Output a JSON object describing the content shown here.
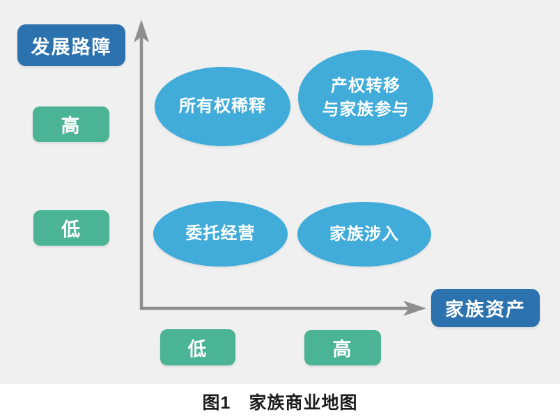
{
  "figure": {
    "caption": "图1　家族商业地图"
  },
  "diagram": {
    "type": "2x2-matrix-map",
    "y_axis_label": "发展路障",
    "x_axis_label": "家族资产",
    "y_ticks": [
      {
        "label": "高"
      },
      {
        "label": "低"
      }
    ],
    "x_ticks": [
      {
        "label": "低"
      },
      {
        "label": "高"
      }
    ],
    "bubbles": [
      {
        "quadrant": "high-barrier-low-asset",
        "line1": "所有权稀释"
      },
      {
        "quadrant": "high-barrier-high-asset",
        "line1": "产权转移",
        "line2": "与家族参与"
      },
      {
        "quadrant": "low-barrier-low-asset",
        "line1": "委托经营"
      },
      {
        "quadrant": "low-barrier-high-asset",
        "line1": "家族涉入"
      }
    ],
    "colors": {
      "panel_background": "#f0f0f0",
      "axis_label_box": "#2b72ae",
      "tick_box": "#4cb496",
      "bubble": "#41acd9",
      "axis_line": "#8e8e8e",
      "label_text": "#ffffff",
      "caption_text": "#1b1b1b"
    }
  }
}
